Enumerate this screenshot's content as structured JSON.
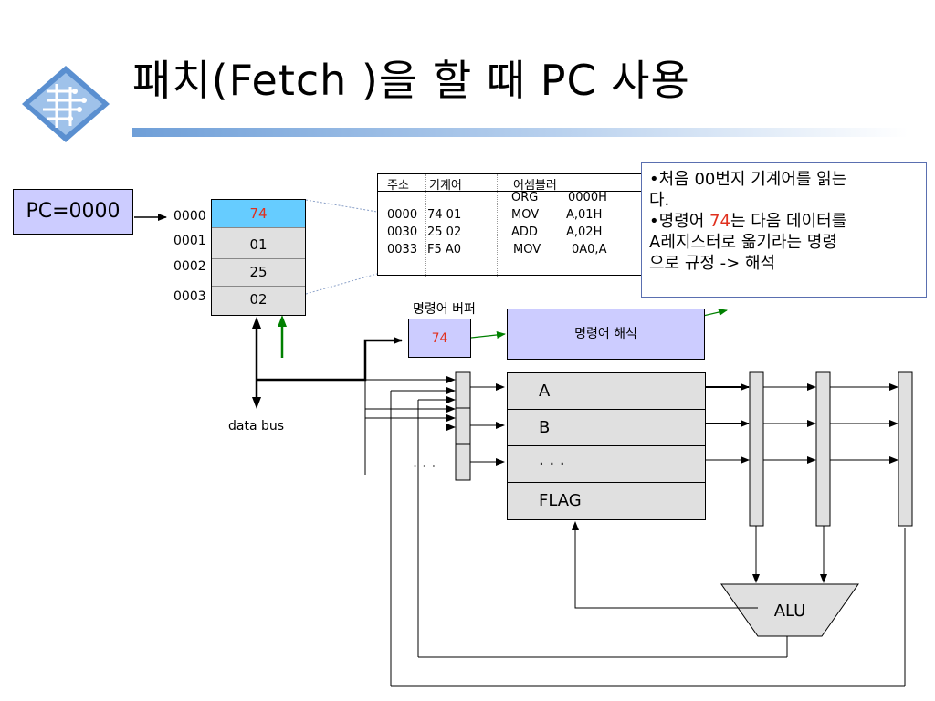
{
  "title": "패치(Fetch )을 할 때 PC 사용",
  "pc_register": "PC=0000",
  "memory": [
    {
      "address": "0000",
      "value": "74",
      "highlight": true
    },
    {
      "address": "0001",
      "value": "01",
      "highlight": false
    },
    {
      "address": "0002",
      "value": "25",
      "highlight": false
    },
    {
      "address": "0003",
      "value": "02",
      "highlight": false
    }
  ],
  "asm_table": {
    "headers": [
      "주소",
      "기계어",
      "어셈블러"
    ],
    "org_row": {
      "op": "ORG",
      "arg": "0000H"
    },
    "rows": [
      {
        "addr": "0000",
        "machine": "74 01",
        "op": "MOV",
        "arg": "A,01H"
      },
      {
        "addr": "0030",
        "machine": "25 02",
        "op": "ADD",
        "arg": "A,02H"
      },
      {
        "addr": "0033",
        "machine": "F5 A0",
        "op": "MOV",
        "arg": "0A0,A"
      }
    ]
  },
  "note": {
    "line1": "•처음 00번지 기계어를 읽는",
    "line2": "다.",
    "line3_pre": "•명령어 ",
    "line3_hl": "74",
    "line3_post": "는 다음 데이터를",
    "line4": "A레지스터로 옮기라는 명령",
    "line5": "으로 규정 -> 해석"
  },
  "instr_buffer": {
    "label": "명령어 버퍼",
    "value": "74"
  },
  "decode_box": "명령어 해석",
  "registers": [
    "A",
    "B",
    "· · ·",
    "FLAG"
  ],
  "dots_left": "· · ·",
  "data_bus": "data bus",
  "alu": "ALU",
  "colors": {
    "highlight_cell": "#66ccff",
    "pc_fill": "#ccccff",
    "red_text": "#e0301e",
    "green_arrow": "#008000"
  }
}
